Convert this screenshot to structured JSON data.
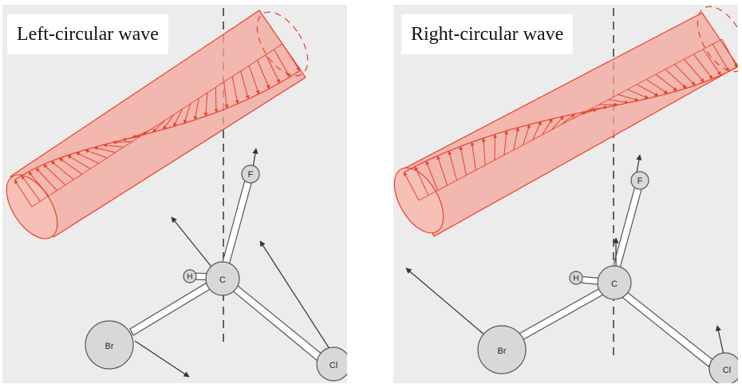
{
  "panels": [
    {
      "title": "Left-circular wave",
      "atoms": {
        "f": "F",
        "c": "C",
        "h": "H",
        "br": "Br",
        "cl": "Cl"
      }
    },
    {
      "title": "Right-circular wave",
      "atoms": {
        "f": "F",
        "c": "C",
        "h": "H",
        "br": "Br",
        "cl": "Cl"
      }
    }
  ]
}
